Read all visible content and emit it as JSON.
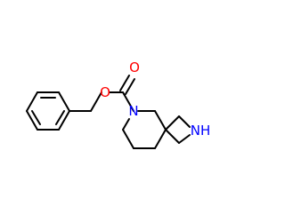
{
  "molecule": {
    "atoms": [
      {
        "id": "O1",
        "symbol": "O",
        "label": "O",
        "color": "#ff0000"
      },
      {
        "id": "O2",
        "symbol": "O",
        "label": "O",
        "color": "#ff0000"
      },
      {
        "id": "N1",
        "symbol": "N",
        "label": "N",
        "color": "#0000ff"
      },
      {
        "id": "N2",
        "symbol": "N",
        "label": "NH",
        "color": "#0000ff"
      }
    ],
    "colors": {
      "bond": "#000000",
      "oxygen": "#ff0000",
      "nitrogen": "#0000ff",
      "background": "#ffffff"
    }
  }
}
